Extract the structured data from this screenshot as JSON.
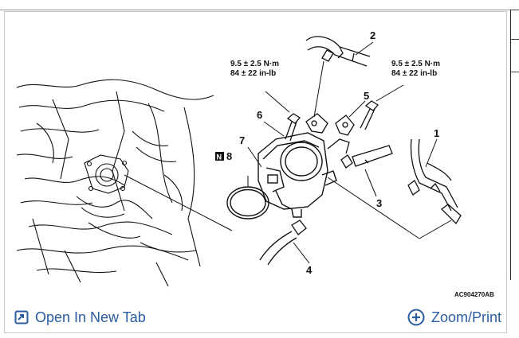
{
  "callouts": {
    "c1": "1",
    "c2": "2",
    "c3": "3",
    "c4": "4",
    "c5": "5",
    "c6": "6",
    "c7": "7",
    "c8": "8",
    "badge": "N"
  },
  "torque_left": {
    "line1": "9.5 ± 2.5 N·m",
    "line2": "84 ± 22 in-lb"
  },
  "torque_right": {
    "line1": "9.5 ± 2.5 N·m",
    "line2": "84 ± 22 in-lb"
  },
  "figure_code": "AC904270AB",
  "footer": {
    "open_tab_label": "Open In New Tab",
    "zoom_label": "Zoom/Print"
  },
  "colors": {
    "link": "#2a5d9f",
    "line": "#111111"
  },
  "icons": {
    "open_tab": "open-in-new-tab-icon",
    "zoom": "zoom-plus-icon"
  }
}
